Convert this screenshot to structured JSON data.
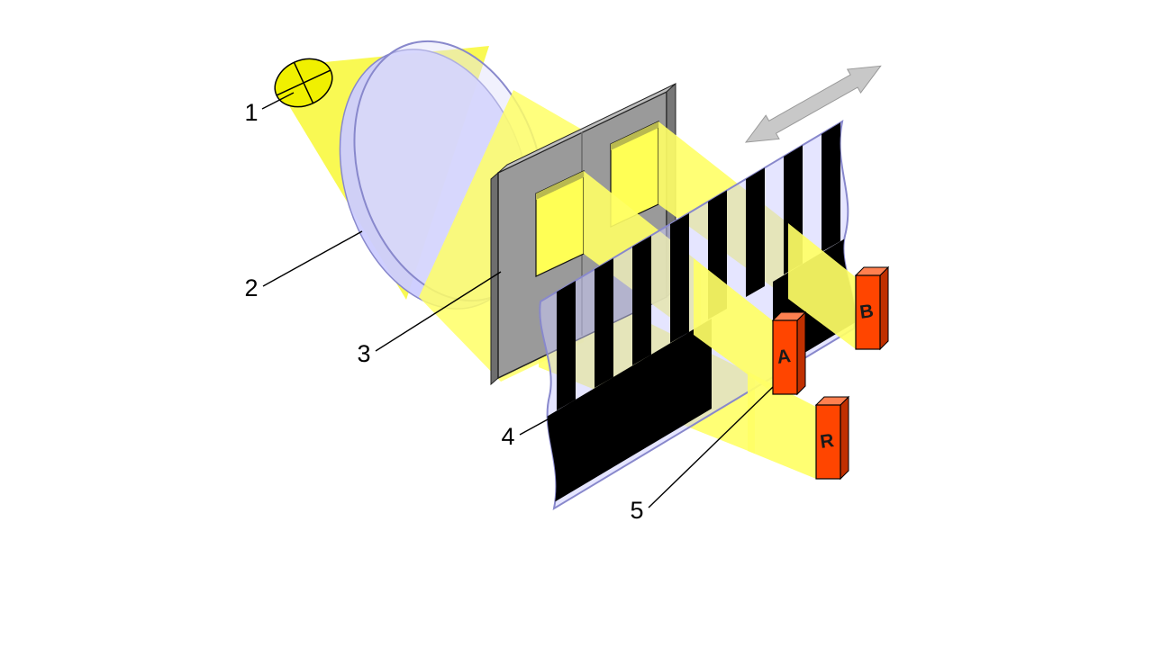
{
  "labels": {
    "n1": "1",
    "n2": "2",
    "n3": "3",
    "n4": "4",
    "n5": "5"
  },
  "detectors": {
    "a": "A",
    "b": "B",
    "r": "R"
  },
  "colors": {
    "lamp_yellow": "#F0F000",
    "light_yellow": "#F8F840",
    "beam_yellow": "#FFFF66",
    "window_yellow": "#FFFF55",
    "lens_lavender": "#CCCCFF",
    "scale_lavender": "#CCCCFF",
    "mask_gray": "#9A9A9A",
    "stripe_black": "#000000",
    "detector_orange": "#FF4500",
    "arrow_gray": "#C8C8C8"
  }
}
